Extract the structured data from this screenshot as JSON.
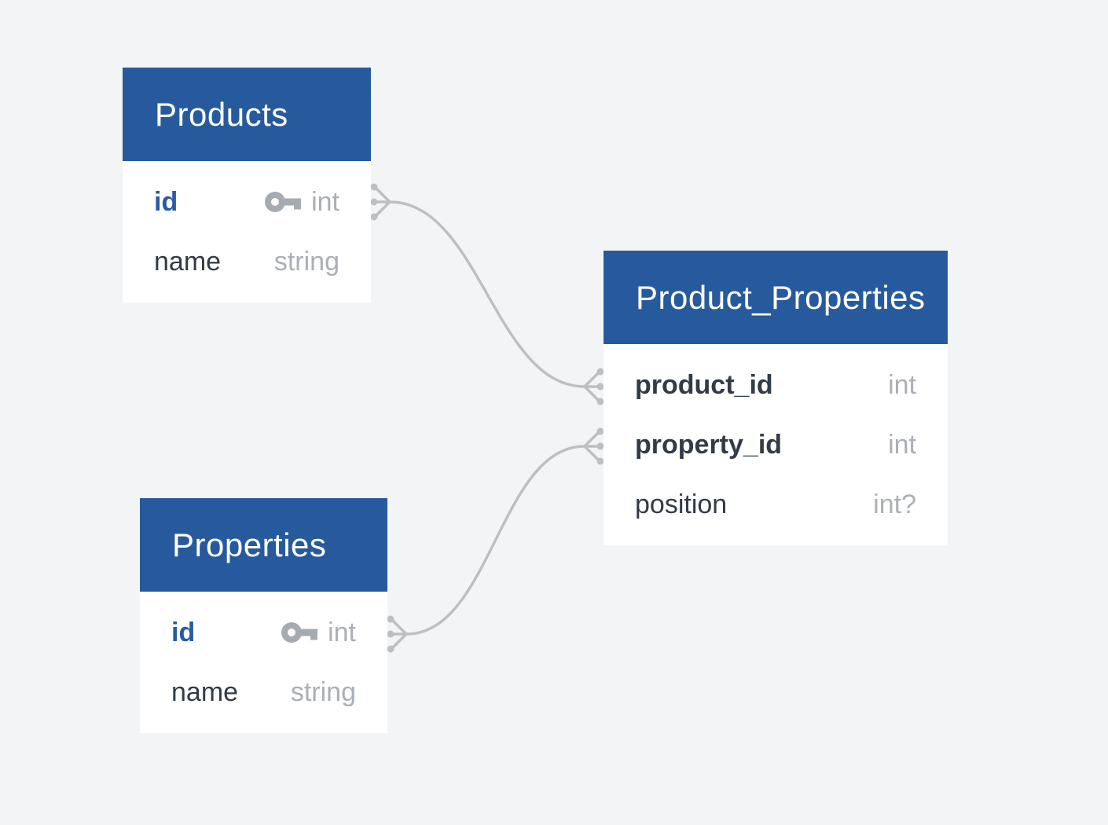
{
  "tables": {
    "products": {
      "title": "Products",
      "fields": [
        {
          "name": "id",
          "type": "int",
          "primary_key": true
        },
        {
          "name": "name",
          "type": "string",
          "primary_key": false
        }
      ]
    },
    "product_properties": {
      "title": "Product_Properties",
      "fields": [
        {
          "name": "product_id",
          "type": "int",
          "foreign_key": true
        },
        {
          "name": "property_id",
          "type": "int",
          "foreign_key": true
        },
        {
          "name": "position",
          "type": "int?",
          "foreign_key": false
        }
      ]
    },
    "properties": {
      "title": "Properties",
      "fields": [
        {
          "name": "id",
          "type": "int",
          "primary_key": true
        },
        {
          "name": "name",
          "type": "string",
          "primary_key": false
        }
      ]
    }
  },
  "relationships": [
    {
      "from_table": "Products",
      "from_field": "id",
      "to_table": "Product_Properties",
      "to_field": "product_id",
      "end_markers": "crows-foot-both-ends"
    },
    {
      "from_table": "Properties",
      "from_field": "id",
      "to_table": "Product_Properties",
      "to_field": "property_id",
      "end_markers": "crows-foot-both-ends"
    }
  ],
  "colors": {
    "background": "#f3f4f5",
    "table_background": "#ffffff",
    "header": "#275a9d",
    "primary_key_text": "#2a5aa5",
    "field_text": "#323b46",
    "type_text": "#abafb6",
    "key_icon": "#a6abb2",
    "connector": "#bebfc0"
  }
}
